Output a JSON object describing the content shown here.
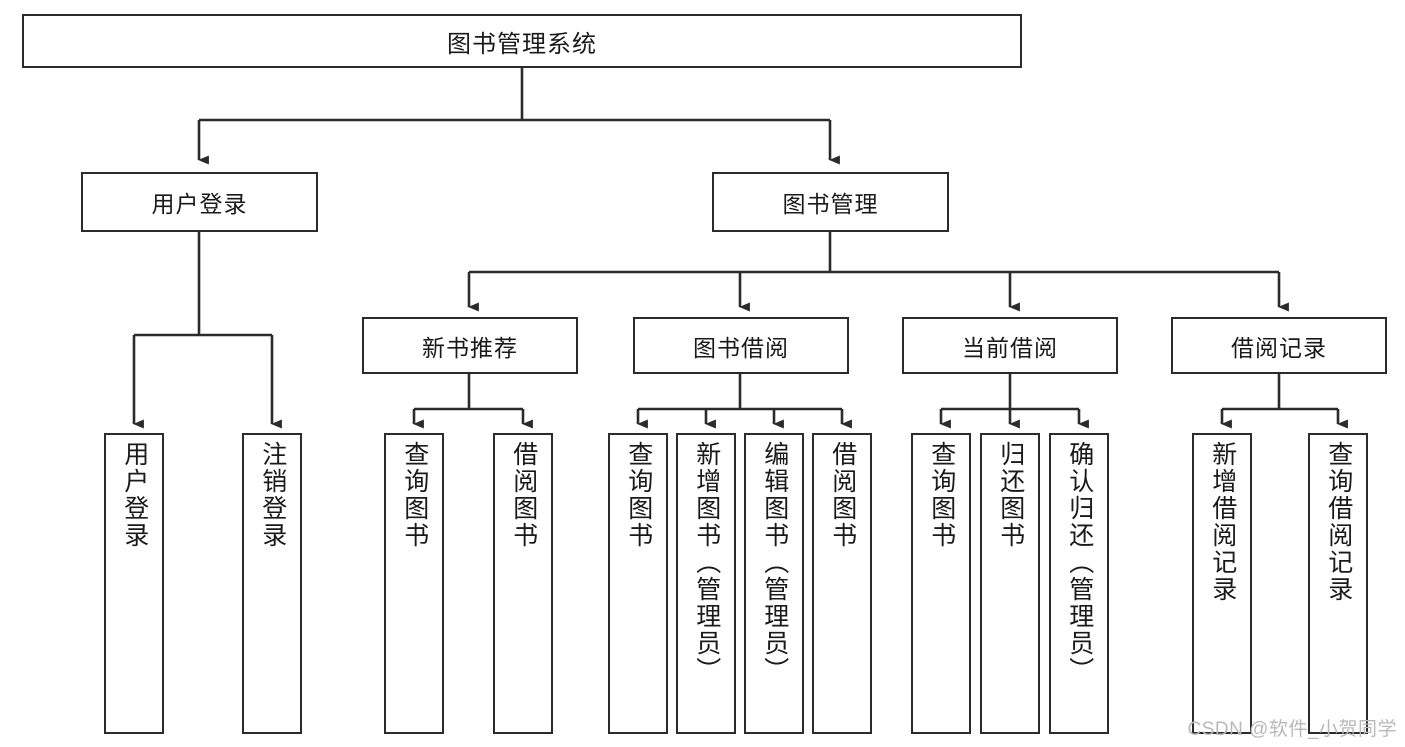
{
  "diagram": {
    "title": "图书管理系统",
    "root": {
      "id": "root",
      "label": "图书管理系统"
    },
    "level2": [
      {
        "id": "user-login",
        "label": "用户登录"
      },
      {
        "id": "book-manage",
        "label": "图书管理"
      }
    ],
    "level3": [
      {
        "id": "new-book-recommend",
        "label": "新书推荐"
      },
      {
        "id": "book-borrow",
        "label": "图书借阅"
      },
      {
        "id": "current-borrow",
        "label": "当前借阅"
      },
      {
        "id": "borrow-record",
        "label": "借阅记录"
      }
    ],
    "leaves": {
      "user_login": [
        {
          "id": "leaf-user-login",
          "label": "用户登录"
        },
        {
          "id": "leaf-logout-login",
          "label": "注销登录"
        }
      ],
      "new_book_recommend": [
        {
          "id": "leaf-query-book-1",
          "label": "查询图书"
        },
        {
          "id": "leaf-borrow-book-1",
          "label": "借阅图书"
        }
      ],
      "book_borrow": [
        {
          "id": "leaf-query-book-2",
          "label": "查询图书"
        },
        {
          "id": "leaf-add-book",
          "label": "新增图书（管理员）"
        },
        {
          "id": "leaf-edit-book",
          "label": "编辑图书（管理员）"
        },
        {
          "id": "leaf-borrow-book-2",
          "label": "借阅图书"
        }
      ],
      "current_borrow": [
        {
          "id": "leaf-query-book-3",
          "label": "查询图书"
        },
        {
          "id": "leaf-return-book",
          "label": "归还图书"
        },
        {
          "id": "leaf-confirm-return",
          "label": "确认归还（管理员）"
        }
      ],
      "borrow_record": [
        {
          "id": "leaf-add-record",
          "label": "新增借阅记录"
        },
        {
          "id": "leaf-query-record",
          "label": "查询借阅记录"
        }
      ]
    }
  },
  "colors": {
    "stroke": "#2b2b2b",
    "background": "#ffffff",
    "text": "#1a1a1a",
    "watermark": "#b9b9b9"
  },
  "watermark": {
    "text": "CSDN @软件_小贺同学"
  }
}
